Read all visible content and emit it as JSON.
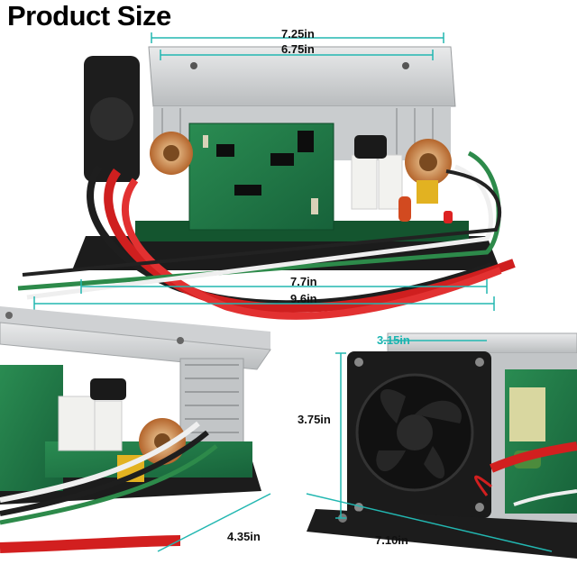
{
  "title": "Product Size",
  "dimensions": {
    "top_width_outer": "7.25in",
    "top_width_inner": "6.75in",
    "base_width": "7.7in",
    "cable_length": "9.6in",
    "fan_width": "3.15in",
    "height": "3.75in",
    "depth_left": "4.35in",
    "depth_right": "7.10in"
  },
  "colors": {
    "dimension_line": "#22b7b1",
    "pcb_green": "#1f7a45",
    "heatsink": "#cfd2d4",
    "fan_black": "#1b1b1b",
    "wire_red": "#d21f1f",
    "wire_green": "#2d8a4a"
  }
}
